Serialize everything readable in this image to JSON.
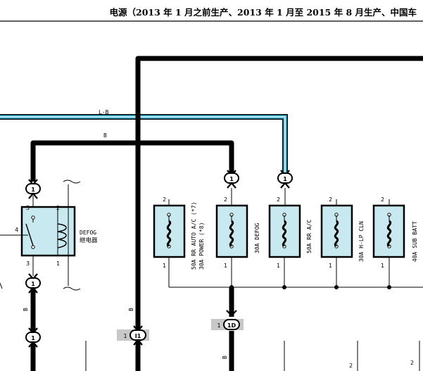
{
  "header": {
    "title": "电源（2013 年 1 月之前生产、2013 年 1 月至 2015 年 8 月生产、中国车"
  },
  "wires": {
    "lb": "L-B",
    "b_top": "B",
    "b_left": "B",
    "b_mid": "B",
    "b_bottom": "B"
  },
  "relay": {
    "name": "DEFOG",
    "name2": "继电器",
    "pins": [
      "5",
      "2",
      "4",
      "3",
      "1"
    ]
  },
  "connectors": {
    "c1": "1",
    "c1b": "1",
    "c1c": "1",
    "c1d": "1",
    "c1e": "1",
    "i1_pin": "1",
    "i1_id": "I1",
    "d1_pin": "1",
    "d1_id": "1D"
  },
  "fuses": [
    {
      "top": "2",
      "bottom": "1",
      "label1": "50A RR AUTO A/C (*7)",
      "label2": "30A POWER (*8)"
    },
    {
      "top": "2",
      "bottom": "1",
      "label1": "30A DEFOG",
      "label2": ""
    },
    {
      "top": "2",
      "bottom": "1",
      "label1": "50A RR A/C",
      "label2": ""
    },
    {
      "top": "2",
      "bottom": "1",
      "label1": "30A H-LP CLN",
      "label2": ""
    },
    {
      "top": "2",
      "bottom": "1",
      "label1": "40A SUB BATT",
      "label2": ""
    }
  ],
  "bottom_pins": [
    "2",
    "2"
  ]
}
